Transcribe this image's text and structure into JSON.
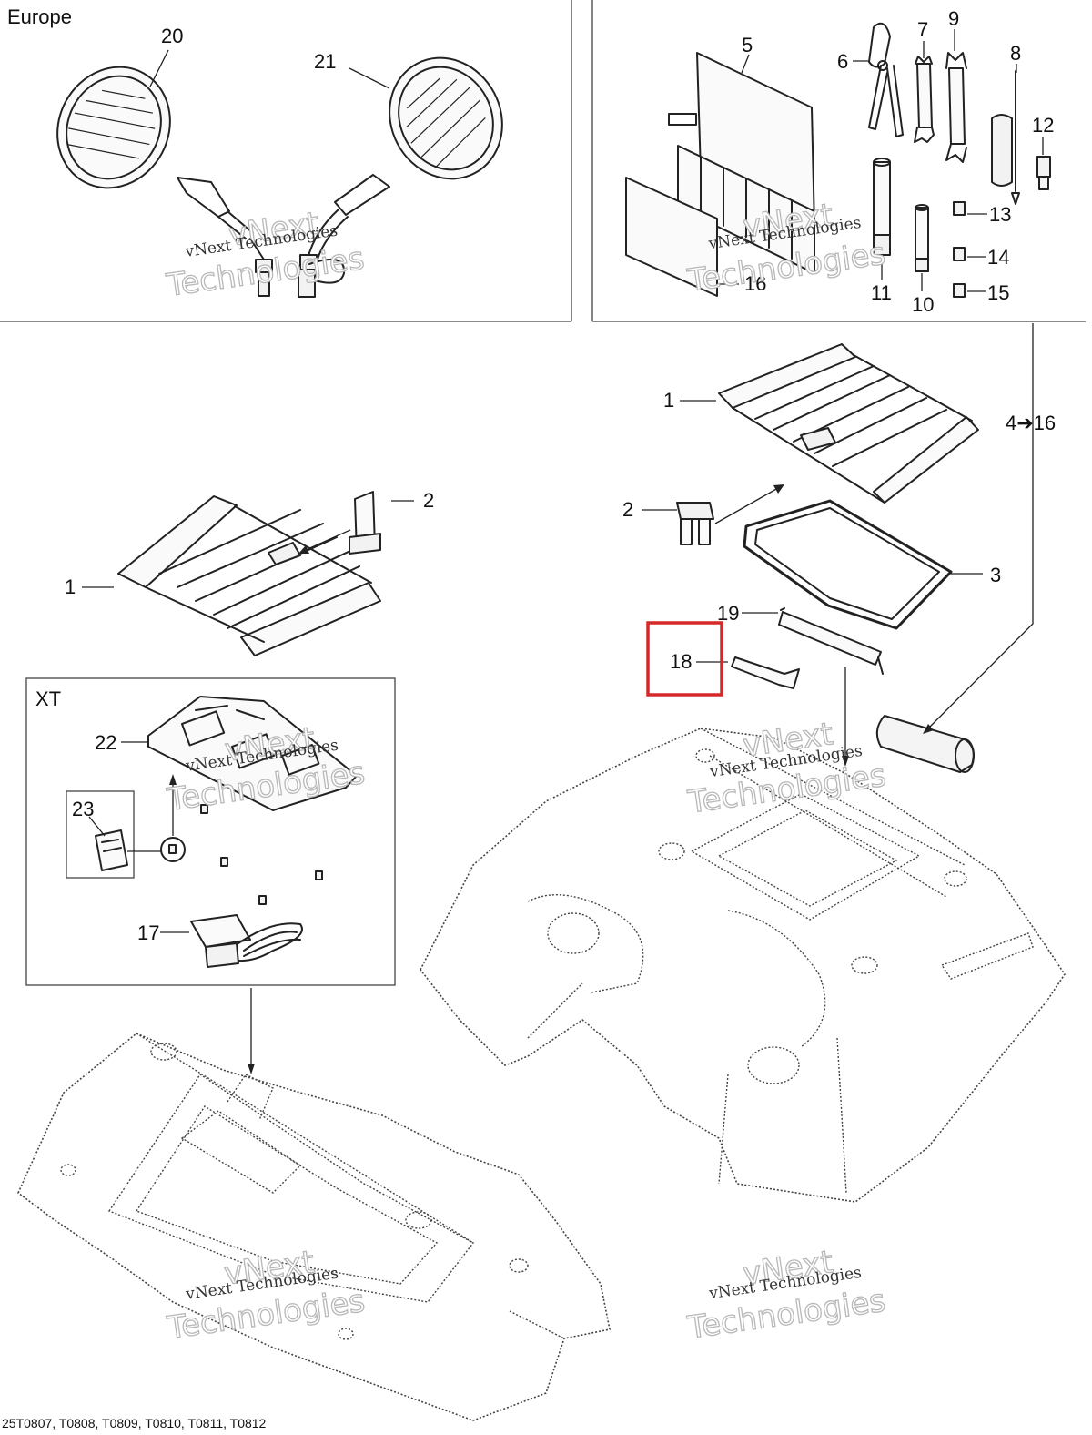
{
  "title_boxes": {
    "europe": "Europe",
    "xt": "XT"
  },
  "labels": {
    "p1": "1",
    "p2": "2",
    "p3": "3",
    "p4_16": "4➔16",
    "p5": "5",
    "p6": "6",
    "p7": "7",
    "p8": "8",
    "p9": "9",
    "p10": "10",
    "p11": "11",
    "p12": "12",
    "p13": "13",
    "p14": "14",
    "p15": "15",
    "p16": "16",
    "p17": "17",
    "p18": "18",
    "p19": "19",
    "p20": "20",
    "p21": "21",
    "p22": "22",
    "p23": "23"
  },
  "watermark": {
    "line1": "vNext Technologies",
    "line2": "vNext",
    "line3": "Technologies"
  },
  "footer": "25T0807, T0808, T0809, T0810, T0811, T0812",
  "highlight": {
    "part": "18",
    "color": "#d62828"
  }
}
